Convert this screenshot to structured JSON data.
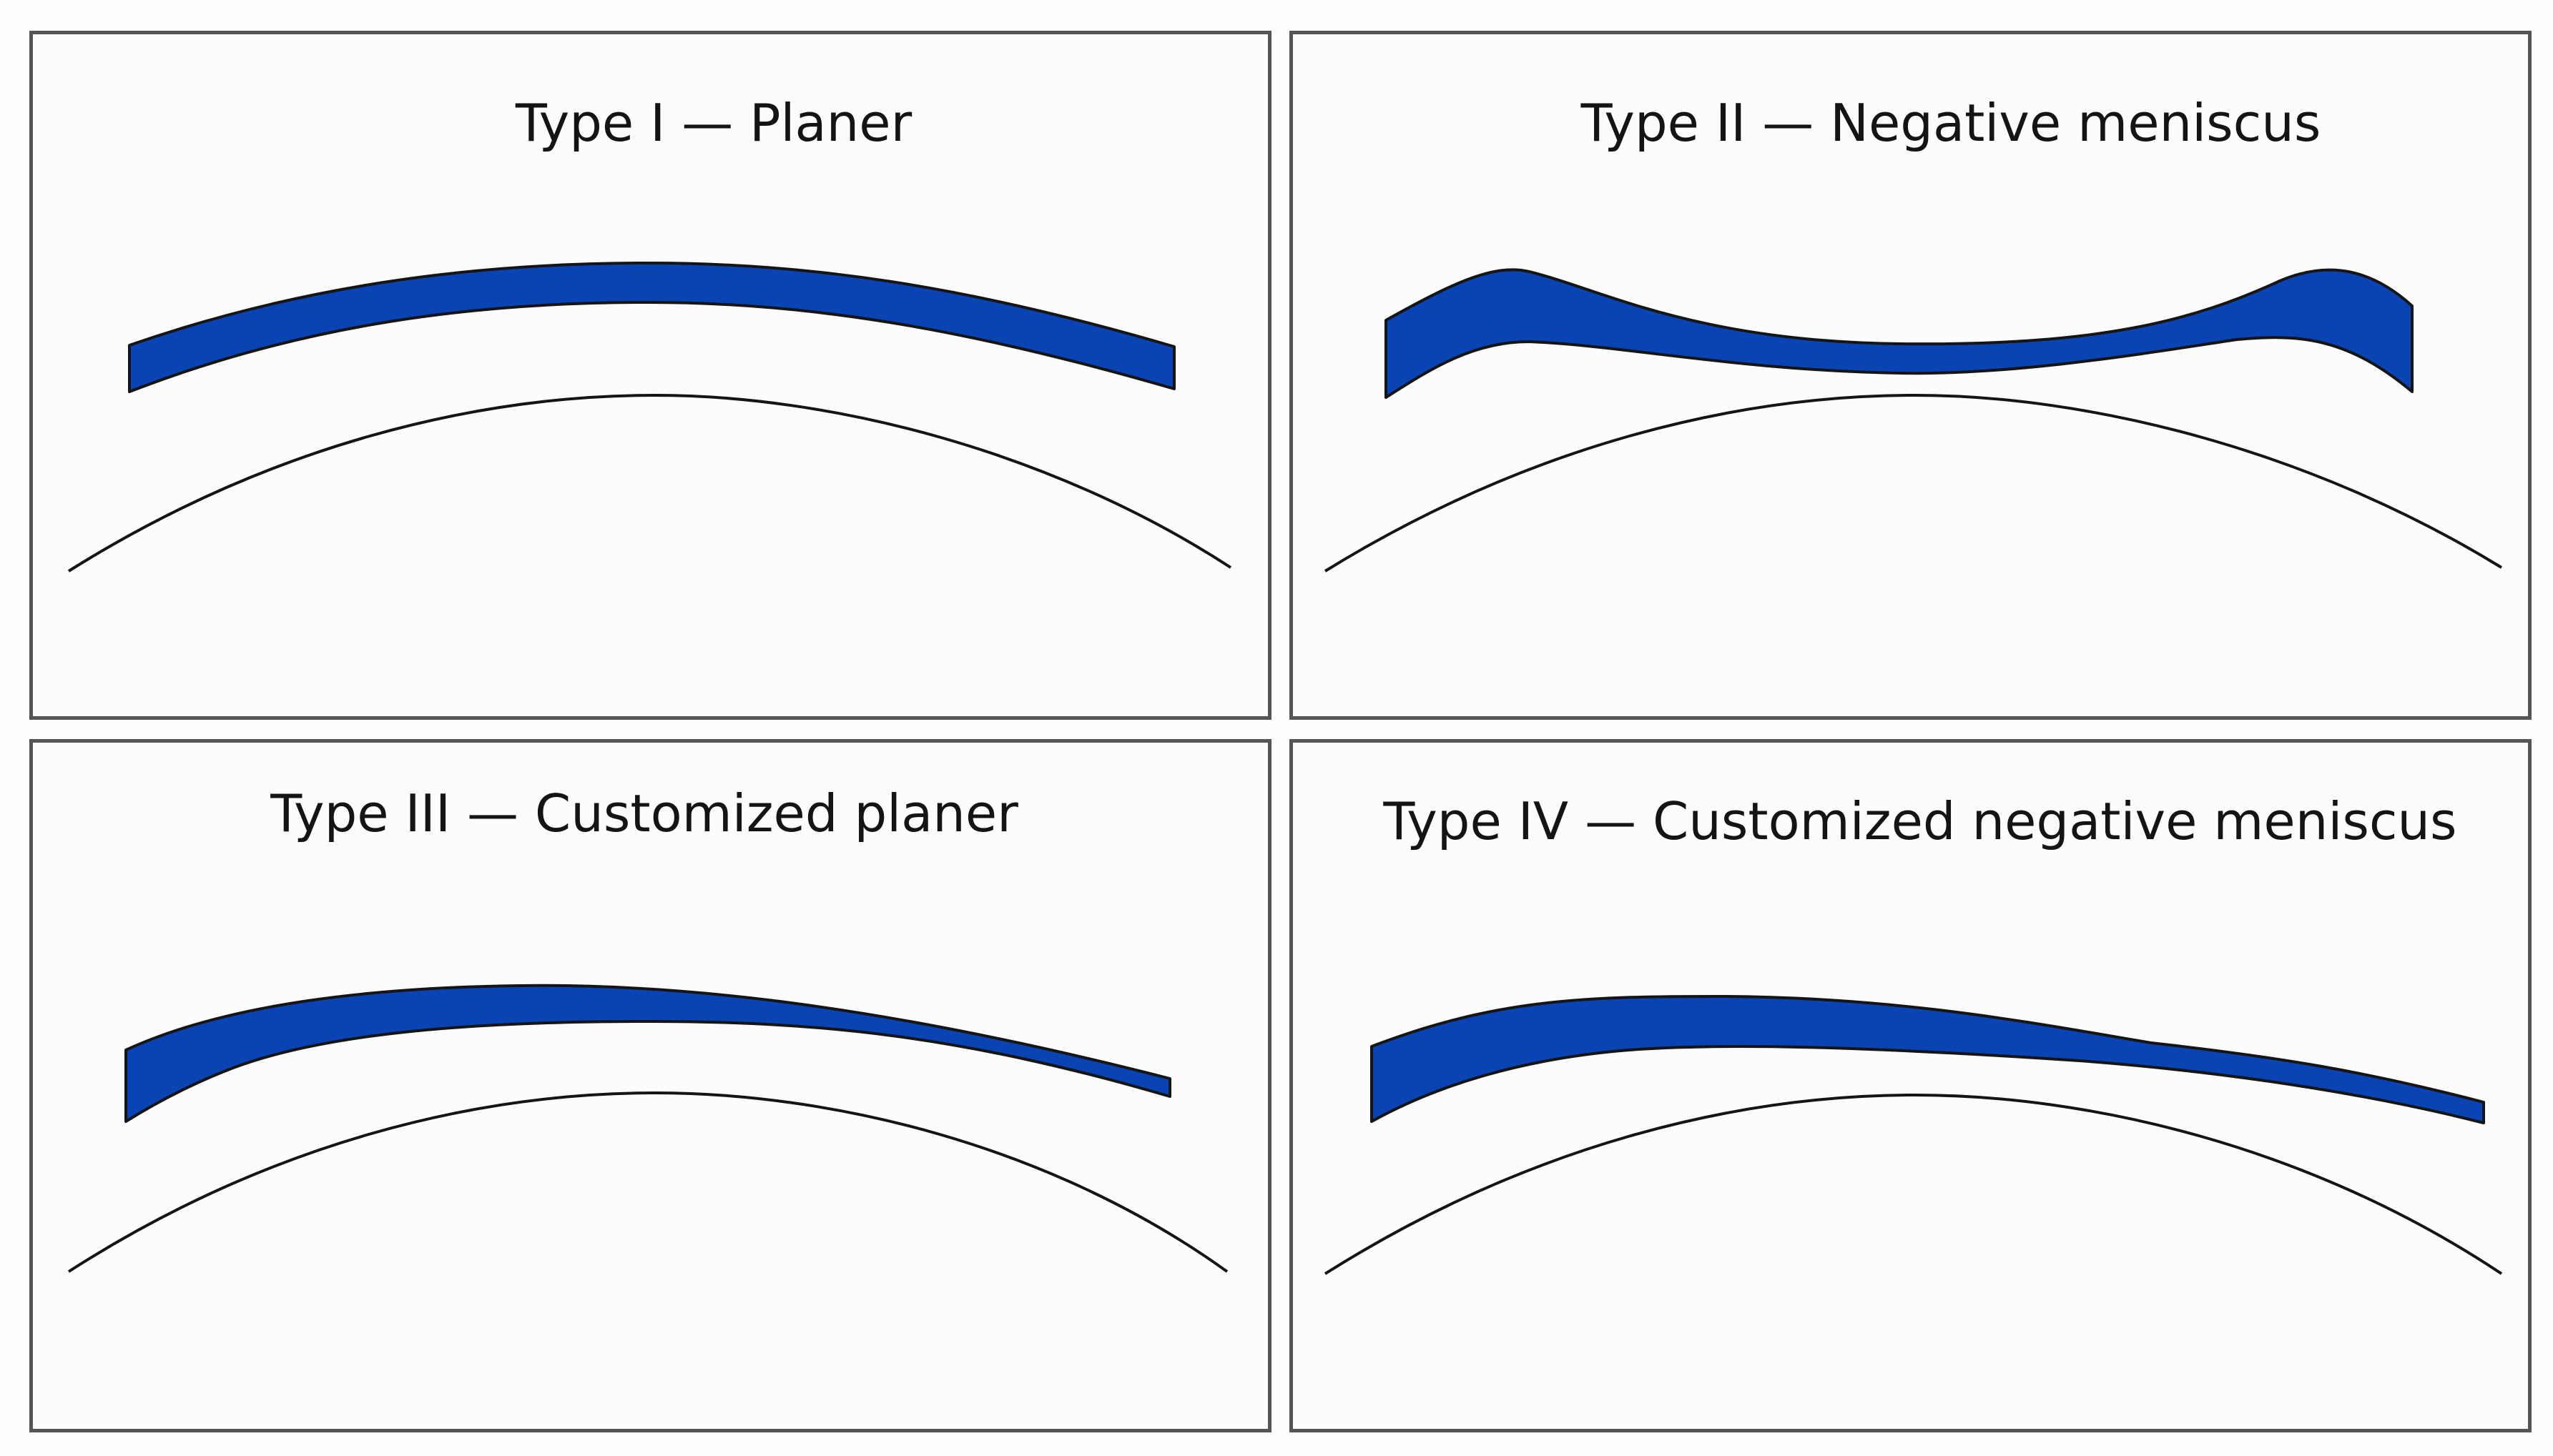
{
  "colors": {
    "lens_fill": "#0a44b4",
    "outline": "#151515",
    "panel_border": "#555555"
  },
  "panels": [
    {
      "title": "Type I —  Planer"
    },
    {
      "title": "Type II — Negative meniscus"
    },
    {
      "title": "Type III — Customized planer"
    },
    {
      "title": "Type IV — Customized negative meniscus"
    }
  ]
}
